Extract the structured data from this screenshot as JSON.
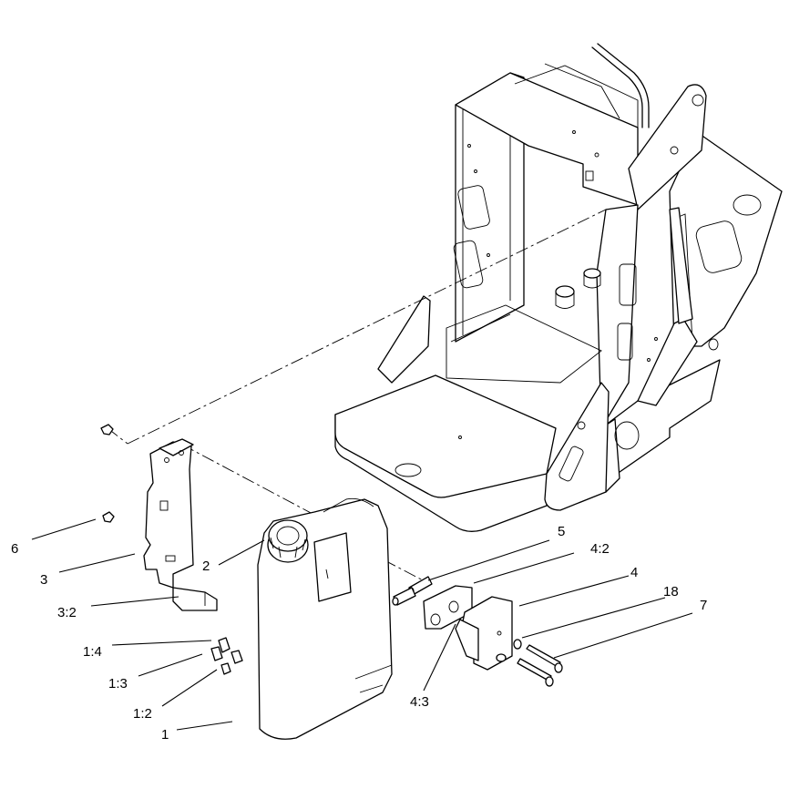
{
  "callouts": [
    {
      "id": "c6",
      "text": "6"
    },
    {
      "id": "c3",
      "text": "3"
    },
    {
      "id": "c3_2",
      "text": "3:2"
    },
    {
      "id": "c2",
      "text": "2"
    },
    {
      "id": "c1_4",
      "text": "1:4"
    },
    {
      "id": "c1_3",
      "text": "1:3"
    },
    {
      "id": "c1_2",
      "text": "1:2"
    },
    {
      "id": "c1",
      "text": "1"
    },
    {
      "id": "c5",
      "text": "5"
    },
    {
      "id": "c4_2",
      "text": "4:2"
    },
    {
      "id": "c4",
      "text": "4"
    },
    {
      "id": "c18",
      "text": "18"
    },
    {
      "id": "c7",
      "text": "7"
    },
    {
      "id": "c4_3",
      "text": "4:3"
    }
  ]
}
